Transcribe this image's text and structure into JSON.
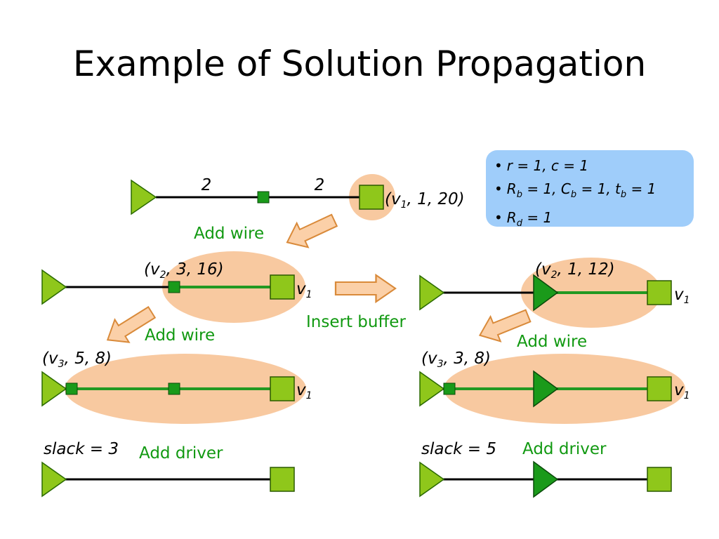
{
  "title": "Example of Solution Propagation",
  "params": {
    "line1": "r = 1, c = 1",
    "line2_html": "R<sub>b</sub> = 1, C<sub>b</sub> = 1, t<sub>b</sub> = 1",
    "line3_html": "R<sub>d</sub> = 1"
  },
  "labels": {
    "seg1": "2",
    "seg2": "2",
    "sol_v1_id": "v",
    "sol_v1_sub": "1",
    "sol_v1_rest": ", 1, 20)",
    "sol_v2a_id": "v",
    "sol_v2a_sub": "2",
    "sol_v2a_rest": ", 3, 16)",
    "sol_v2b_id": "v",
    "sol_v2b_sub": "2",
    "sol_v2b_rest": ", 1, 12)",
    "sol_v3a_id": "v",
    "sol_v3a_sub": "3",
    "sol_v3a_rest": ", 5, 8)",
    "sol_v3b_id": "v",
    "sol_v3b_sub": "3",
    "sol_v3b_rest": ", 3, 8)",
    "sink_id": "v",
    "sink_sub": "1",
    "slack_left": "slack = 3",
    "slack_right": "slack = 5"
  },
  "actions": {
    "add_wire": "Add wire",
    "insert_buffer": "Insert buffer",
    "add_driver": "Add driver"
  },
  "colors": {
    "node_fill": "#8fc71b",
    "node_dark": "#1a9a1a",
    "highlight": "#f8c9a0",
    "wire_green": "#229922",
    "action_text": "#119911",
    "arrow_fill": "#fbd0a8",
    "arrow_stroke": "#d98a3a"
  }
}
